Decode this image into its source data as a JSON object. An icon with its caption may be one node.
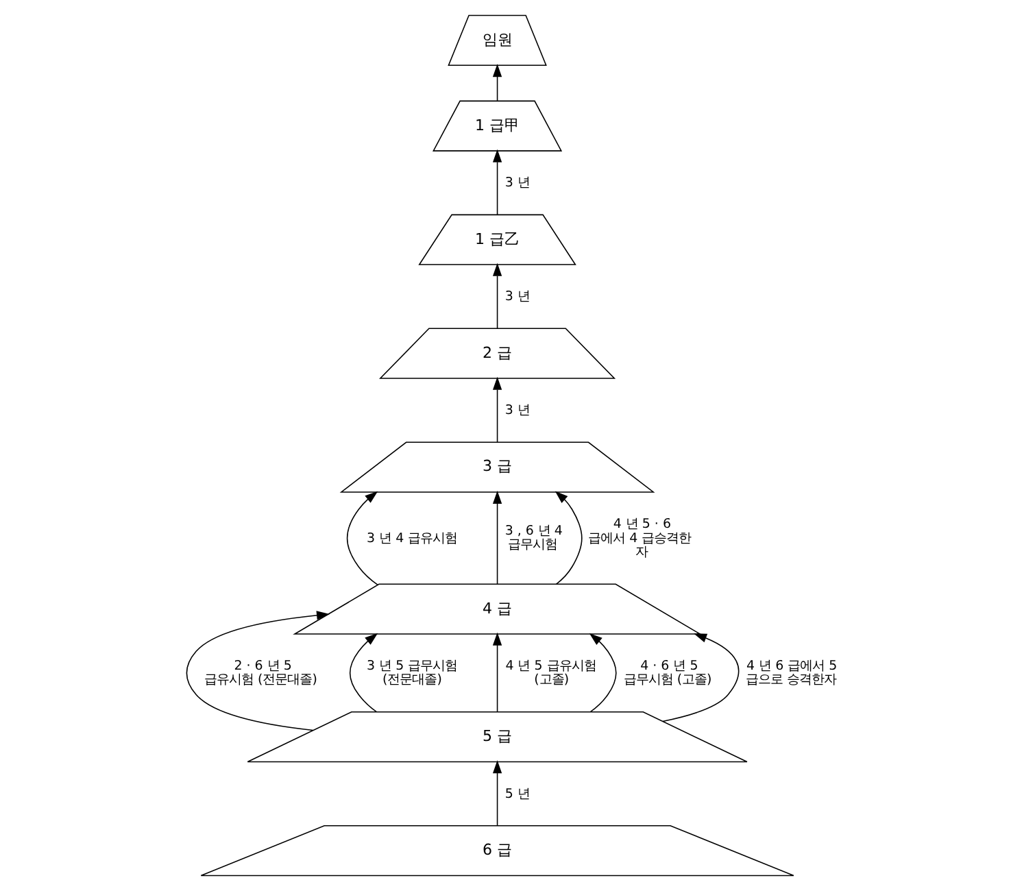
{
  "diagram": {
    "nodes": [
      {
        "text": [
          "임원"
        ]
      },
      {
        "text": [
          "1 급甲"
        ]
      },
      {
        "text": [
          "1 급乙"
        ]
      },
      {
        "text": [
          "2 급"
        ]
      },
      {
        "text": [
          "3 급"
        ]
      },
      {
        "text": [
          "4 급"
        ]
      },
      {
        "text": [
          "5 급"
        ]
      },
      {
        "text": [
          "6 급"
        ]
      }
    ],
    "edges": [
      {
        "from": 1,
        "to": 0,
        "arrow": "to"
      },
      {
        "from": 2,
        "to": 1,
        "arrow": "to",
        "label": "3 년"
      },
      {
        "from": 3,
        "to": 2,
        "arrow": "to",
        "label": "3 년"
      },
      {
        "from": 4,
        "to": 3,
        "arrow": "to",
        "label": "3 년"
      },
      {
        "from": 5,
        "to": 4,
        "arrow": "to",
        "label": "3 년 4 급유시험"
      },
      {
        "from": 5,
        "to": 4,
        "arrow": "to",
        "label": "3 , 6 년 4 급무시험"
      },
      {
        "from": 5,
        "to": 4,
        "arrow": "to",
        "label": "4 년 5 · 6 급에서 4 급승격한 자"
      },
      {
        "from": 6,
        "to": 5,
        "arrow": "to",
        "label": "2 · 6 년 5 급유시험 (전문대졸)"
      },
      {
        "from": 6,
        "to": 5,
        "arrow": "to",
        "label": "3 년 5 급무시험 (전문대졸)"
      },
      {
        "from": 6,
        "to": 5,
        "arrow": "to",
        "label": "4 년 5 급유시험 (고졸)"
      },
      {
        "from": 6,
        "to": 5,
        "arrow": "to",
        "label": "4 · 6 년 5 급무시험 (고졸)"
      },
      {
        "from": 6,
        "to": 5,
        "arrow": "to",
        "label": "4 년 6 급에서 5 급으로 승격한자"
      },
      {
        "from": 7,
        "to": 6,
        "arrow": "to",
        "label": "5 년"
      }
    ]
  }
}
